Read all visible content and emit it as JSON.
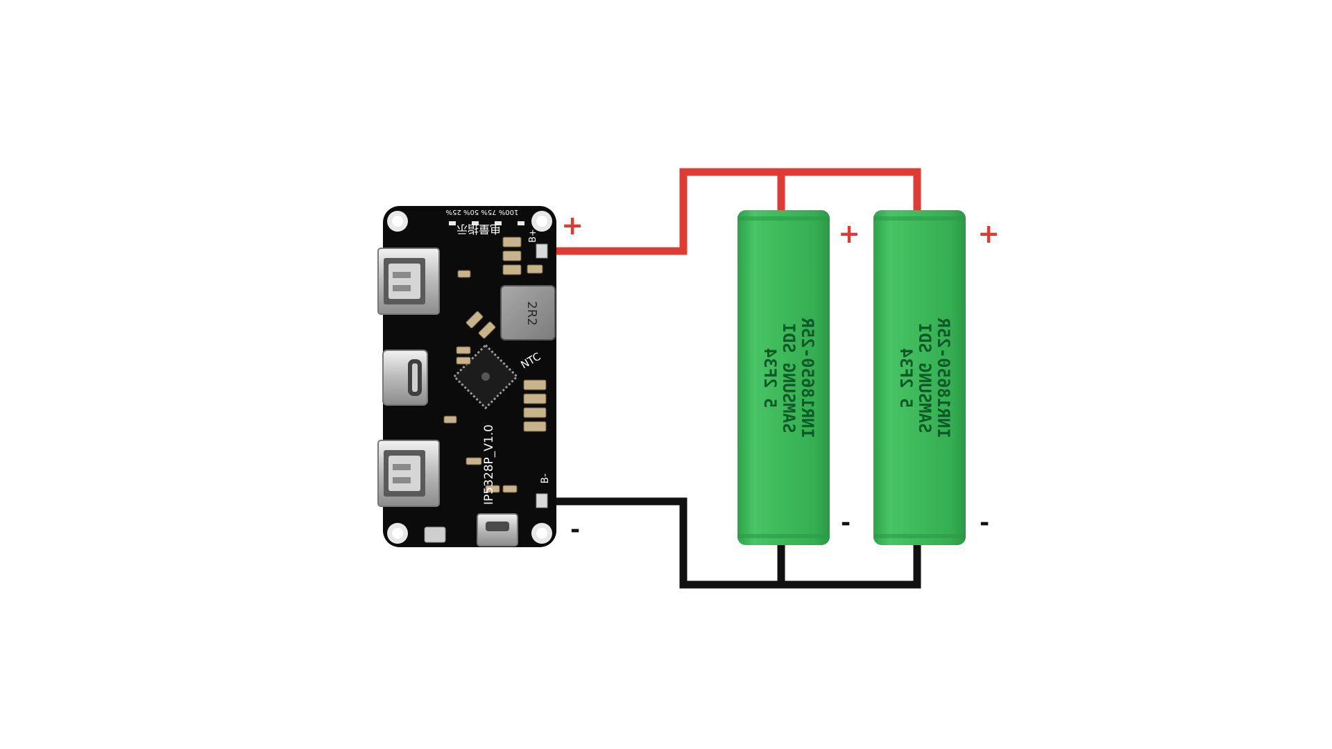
{
  "board": {
    "model_label": "IP5328P_V1.0",
    "inductor_label": "2R2",
    "ntc_label": "NTC",
    "bplus_label": "B+",
    "bminus_label": "B-",
    "indicator_label": "电量指示",
    "level_marks": "100% 75% 50% 25%"
  },
  "cells": [
    {
      "line1": "INR18650-25R",
      "line2": "SAMSUNG SDI",
      "line3": "5  2F34"
    },
    {
      "line1": "INR18650-25R",
      "line2": "SAMSUNG SDI",
      "line3": "5  2F34"
    }
  ],
  "terminals": {
    "board_plus": "+",
    "board_minus": "-",
    "cell1_plus": "+",
    "cell1_minus": "-",
    "cell2_plus": "+",
    "cell2_minus": "-"
  },
  "colors": {
    "positive_wire": "#e03a32",
    "negative_wire": "#111111",
    "cell_body": "#3db95a",
    "pcb": "#0b0b0b"
  }
}
